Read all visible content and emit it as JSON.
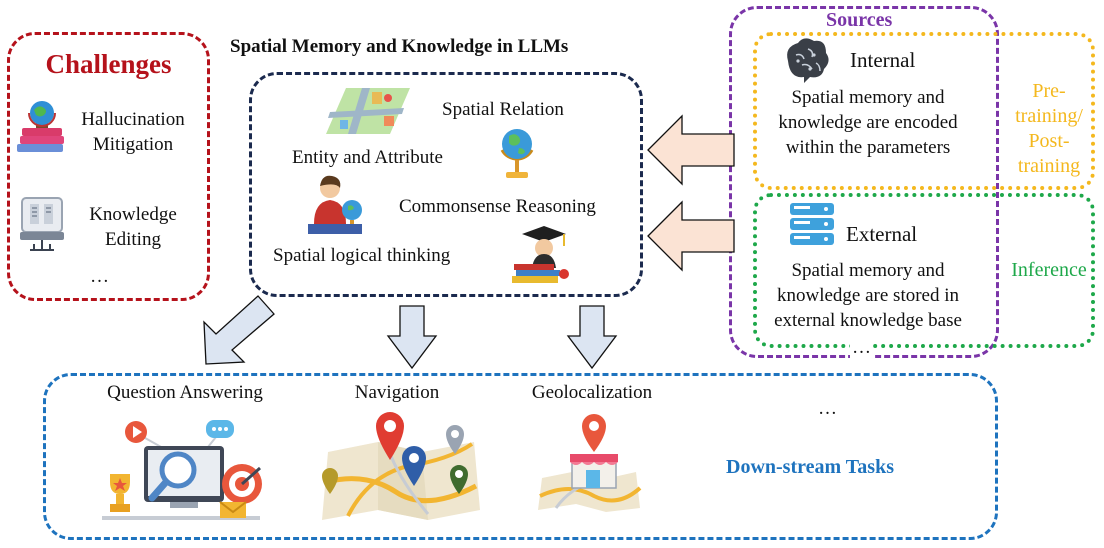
{
  "title": "Spatial Memory and Knowledge in LLMs",
  "challenges": {
    "heading": "Challenges",
    "items": [
      "Hallucination",
      "Mitigation",
      "Knowledge",
      "Editing"
    ],
    "more": "…"
  },
  "core": {
    "items": {
      "spatial_relation": "Spatial Relation",
      "entity_attribute": "Entity and Attribute",
      "commonsense": "Commonsense Reasoning",
      "logical": "Spatial logical thinking"
    }
  },
  "sources": {
    "heading": "Sources",
    "internal": {
      "title": "Internal",
      "lines": [
        "Spatial memory and",
        "knowledge are encoded",
        "within the parameters"
      ],
      "phase": [
        "Pre-",
        "training/",
        "Post-",
        "training"
      ]
    },
    "external": {
      "title": "External",
      "lines": [
        "Spatial memory and",
        "knowledge are stored in",
        "external knowledge base"
      ],
      "phase": "Inference"
    },
    "more": "…"
  },
  "tasks": {
    "items": [
      "Question Answering",
      "Navigation",
      "Geolocalization"
    ],
    "more": "…",
    "label": "Down-stream Tasks"
  },
  "colors": {
    "challenges": "#b5121b",
    "core": "#1b2a4e",
    "sources": "#7a35a8",
    "internal": "#f4b81e",
    "external": "#1ea84a",
    "tasks": "#1e73be",
    "arrow_right_fill": "#fbe3d4",
    "arrow_down_fill": "#dce5f2"
  }
}
